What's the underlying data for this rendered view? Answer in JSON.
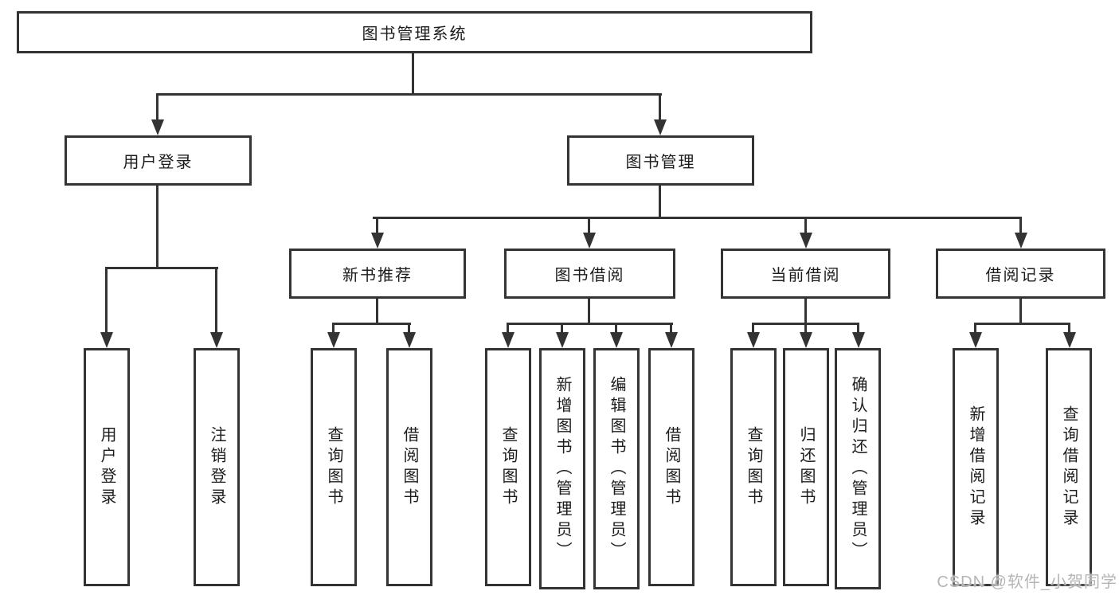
{
  "diagram": {
    "root": {
      "label": "图书管理系统"
    },
    "level2": [
      {
        "label": "用户登录"
      },
      {
        "label": "图书管理"
      }
    ],
    "level3": [
      {
        "label": "新书推荐"
      },
      {
        "label": "图书借阅"
      },
      {
        "label": "当前借阅"
      },
      {
        "label": "借阅记录"
      }
    ],
    "leaves": [
      {
        "label": "用户登录"
      },
      {
        "label": "注销登录"
      },
      {
        "label": "查询图书"
      },
      {
        "label": "借阅图书"
      },
      {
        "label": "查询图书"
      },
      {
        "label": "新增图书（管理员）"
      },
      {
        "label": "编辑图书（管理员）"
      },
      {
        "label": "借阅图书"
      },
      {
        "label": "查询图书"
      },
      {
        "label": "归还图书"
      },
      {
        "label": "确认归还（管理员）"
      },
      {
        "label": "新增借阅记录"
      },
      {
        "label": "查询借阅记录"
      }
    ]
  },
  "watermark": {
    "text": "CSDN @软件_小贺同学",
    "color": "#b5b5b5"
  },
  "colors": {
    "line": "#333333",
    "box_border": "#333333",
    "text": "#1c1c1c",
    "background": "#ffffff"
  }
}
